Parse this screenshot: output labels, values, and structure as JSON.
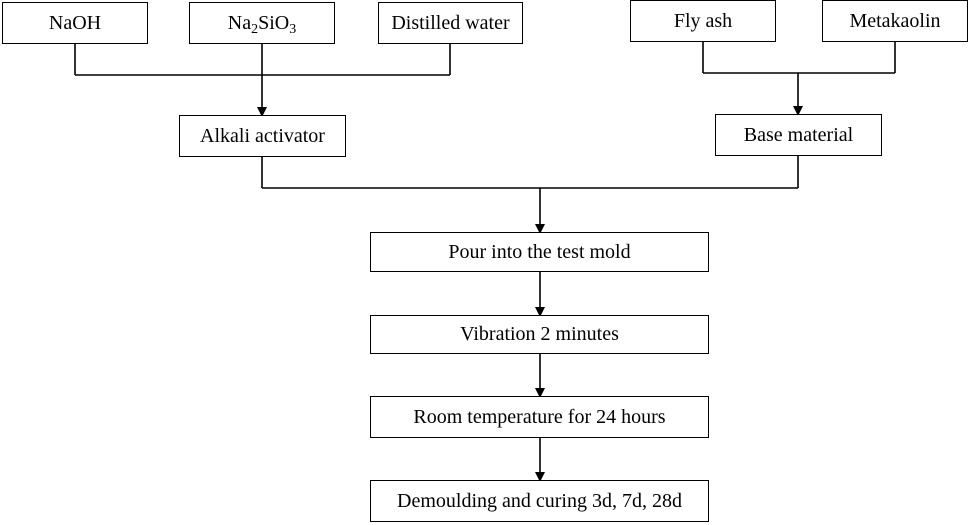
{
  "inputs": {
    "naoh": "NaOH",
    "na2sio3": {
      "p1": "Na",
      "s1": "2",
      "p2": "SiO",
      "s2": "3"
    },
    "water": "Distilled water",
    "fly_ash": "Fly ash",
    "metakaolin": "Metakaolin"
  },
  "intermediates": {
    "alkali_activator": "Alkali activator",
    "base_material": "Base material"
  },
  "steps": {
    "pour": "Pour into the test mold",
    "vibration": "Vibration 2 minutes",
    "room_temp": "Room temperature for 24 hours",
    "demould": "Demoulding and curing 3d, 7d, 28d"
  }
}
